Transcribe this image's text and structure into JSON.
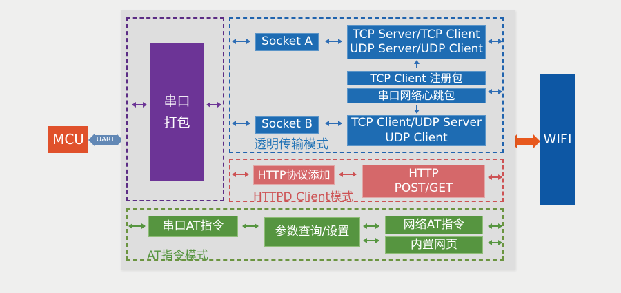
{
  "diagram": {
    "mcu": "MCU",
    "uart": "UART",
    "wifi": "WIFI",
    "serial_pack": {
      "line1": "串口",
      "line2": "打包"
    },
    "transparent_mode": {
      "label": "透明传输模式",
      "socket_a": "Socket A",
      "socket_b": "Socket B",
      "tcp_server_box": {
        "line1": "TCP Server/TCP Client",
        "line2": "UDP Server/UDP Client"
      },
      "register_pack": "TCP Client 注册包",
      "heartbeat_pack": "串口网络心跳包",
      "tcp_client_box": {
        "line1": "TCP Client/UDP Server",
        "line2": "UDP Client"
      }
    },
    "httpd_mode": {
      "label": "HTTPD Client模式",
      "http_add": "HTTP协议添加",
      "http_post": {
        "line1": "HTTP",
        "line2": "POST/GET"
      }
    },
    "at_mode": {
      "label": "AT指令模式",
      "serial_at": "串口AT指令",
      "param_query": "参数查询/设置",
      "net_at": "网络AT指令",
      "builtin_web": "内置网页"
    },
    "colors": {
      "mcu_orange": "#e0512b",
      "uart_blue": "#6288b5",
      "purple": "#6c3496",
      "blue": "#1e6cb3",
      "wifi_navy": "#0d57a4",
      "red": "#d5686a",
      "green": "#569540",
      "arrow_orange": "#e7581d"
    }
  }
}
